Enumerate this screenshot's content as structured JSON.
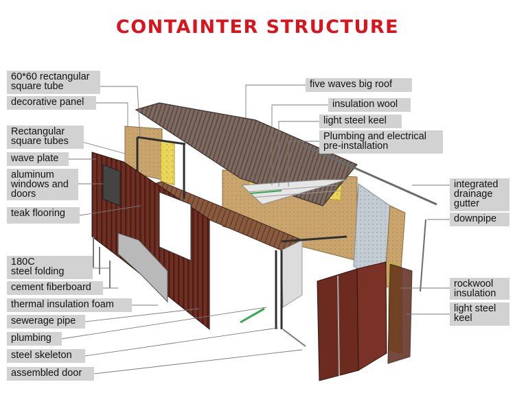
{
  "title": "CONTAINTER STRUCTURE",
  "labels_left": [
    "60*60 rectangular\nsquare tube",
    "decorative panel",
    "Rectangular\nsquare tubes",
    "wave plate",
    "aluminum\nwindows and\ndoors",
    "teak flooring",
    "180C\nsteel folding",
    "cement fiberboard",
    "thermal insulation foam",
    "sewerage pipe",
    "plumbing",
    "steel skeleton",
    "assembled door"
  ],
  "labels_right": [
    "five waves big roof",
    "insulation wool",
    "light steel keel",
    "Plumbing and electrical\npre-installation",
    "integrated\ndrainage\ngutter",
    "downpipe",
    "rockwool\ninsulation",
    "light steel\nkeel"
  ],
  "colors": {
    "title": "#d9141c",
    "label_bg": "#d2d2d2"
  }
}
